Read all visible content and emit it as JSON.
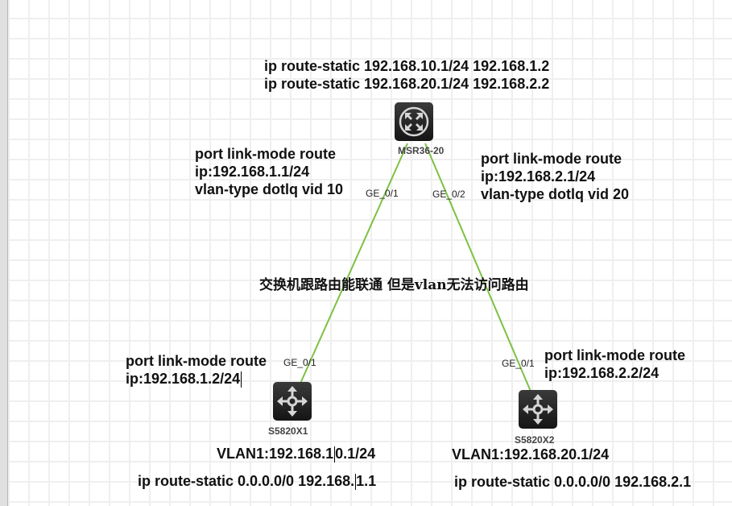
{
  "router": {
    "name": "MSR36-20",
    "icon": "router-icon",
    "static_routes": [
      "ip route-static 192.168.10.1/24 192.168.1.2",
      "ip route-static 192.168.20.1/24 192.168.2.2"
    ],
    "ports": {
      "left": {
        "label": "GE_0/1",
        "config": [
          "port link-mode route",
          "ip:192.168.1.1/24",
          "vlan-type dotlq vid 10"
        ]
      },
      "right": {
        "label": "GE_0/2",
        "config": [
          "port link-mode route",
          "ip:192.168.2.1/24",
          "vlan-type dotlq vid 20"
        ]
      }
    }
  },
  "switch1": {
    "name": "S5820X1",
    "icon": "switch-icon",
    "port_label": "GE_0/1",
    "port_config": [
      "port link-mode route",
      "ip:192.168.1.2/24"
    ],
    "vlan": "VLAN1:192.168.10.1/24",
    "vlan_parts": [
      "VLAN1:192.168.1",
      "0.1/24"
    ],
    "static_route": "ip route-static 0.0.0.0/0 192.168.1.1",
    "static_route_parts": [
      "ip route-static 0.0.0.0/0 192.168.",
      "1.1"
    ]
  },
  "switch2": {
    "name": "S5820X2",
    "icon": "switch-icon",
    "port_label": "GE_0/1",
    "port_config": [
      "port link-mode route",
      "ip:192.168.2.2/24"
    ],
    "vlan": "VLAN1:192.168.20.1/24",
    "static_route": "ip route-static 0.0.0.0/0 192.168.2.1"
  },
  "note": "交换机跟路由能联通 但是vlan无法访问路由",
  "colors": {
    "link": "#7dc143",
    "grid": "#efefef",
    "device": "#222222"
  }
}
